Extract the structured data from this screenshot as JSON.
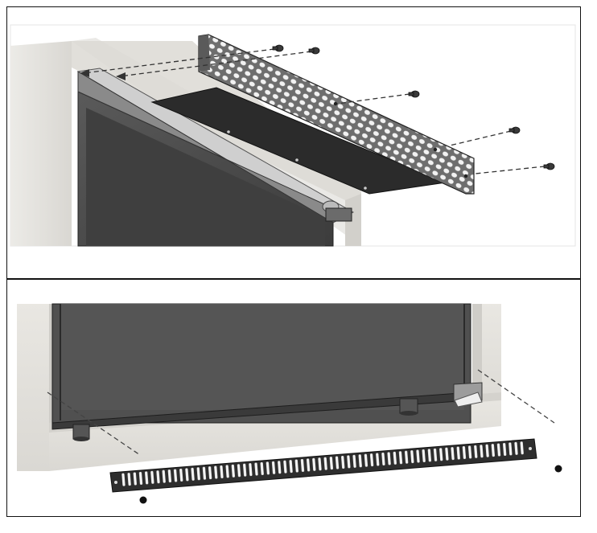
{
  "diagram": {
    "panels": [
      {
        "name": "top-vent-installation",
        "parts": [
          "cabinet-side",
          "appliance-top",
          "top-vent-bracket",
          "screws"
        ],
        "screw_count": 5
      },
      {
        "name": "bottom-grille-installation",
        "parts": [
          "cabinet-side",
          "appliance-front",
          "leveling-feet",
          "bottom-grille",
          "screws"
        ],
        "screw_count": 2
      }
    ],
    "colors": {
      "outline": "#111111",
      "wood": "#e6e4df",
      "appliance": "#4a4a4a",
      "vent": "#6b6b6b",
      "dashed": "#333333"
    }
  }
}
